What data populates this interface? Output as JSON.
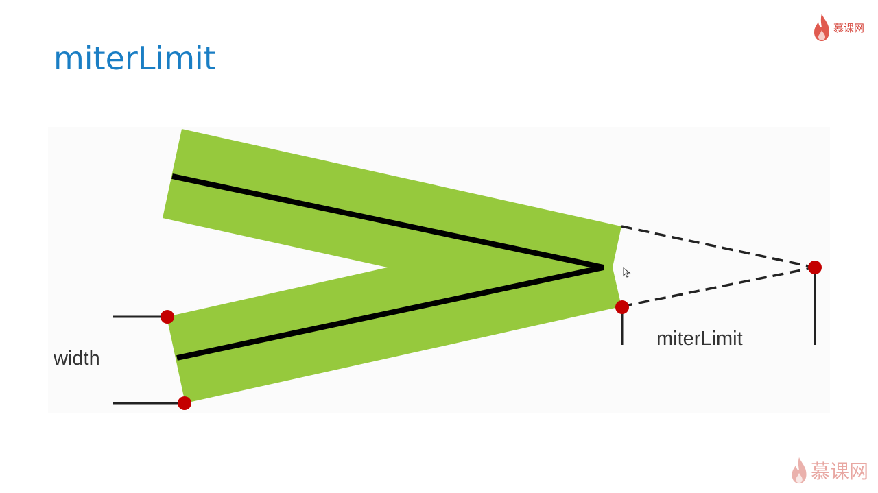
{
  "slide": {
    "title": "miterLimit"
  },
  "diagram": {
    "labels": {
      "width": "width",
      "miter_limit": "miterLimit"
    },
    "colors": {
      "stroke_fill": "#96c93d",
      "center_line": "#000000",
      "marker": "#c40000",
      "title": "#1a7ec4"
    }
  },
  "branding": {
    "top_logo_text": "慕课网",
    "bottom_logo_text": "慕课网"
  }
}
